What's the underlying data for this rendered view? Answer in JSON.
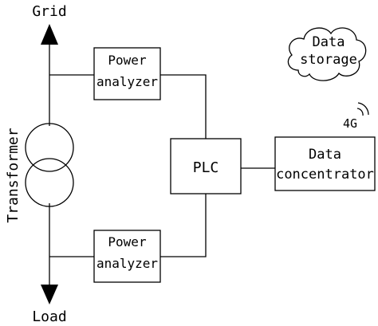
{
  "grid_label": "Grid",
  "load_label": "Load",
  "transformer_label": "Transformer",
  "power_analyzer_top": {
    "line1": "Power",
    "line2": "analyzer"
  },
  "power_analyzer_bottom": {
    "line1": "Power",
    "line2": "analyzer"
  },
  "plc_label": "PLC",
  "data_concentrator": {
    "line1": "Data",
    "line2": "concentrator"
  },
  "data_storage": {
    "line1": "Data",
    "line2": "storage"
  },
  "wireless_label": "4G",
  "icons": [
    "grid-arrow-icon",
    "load-arrow-icon",
    "transformer-icon",
    "cloud-icon",
    "wireless-signal-icon"
  ]
}
